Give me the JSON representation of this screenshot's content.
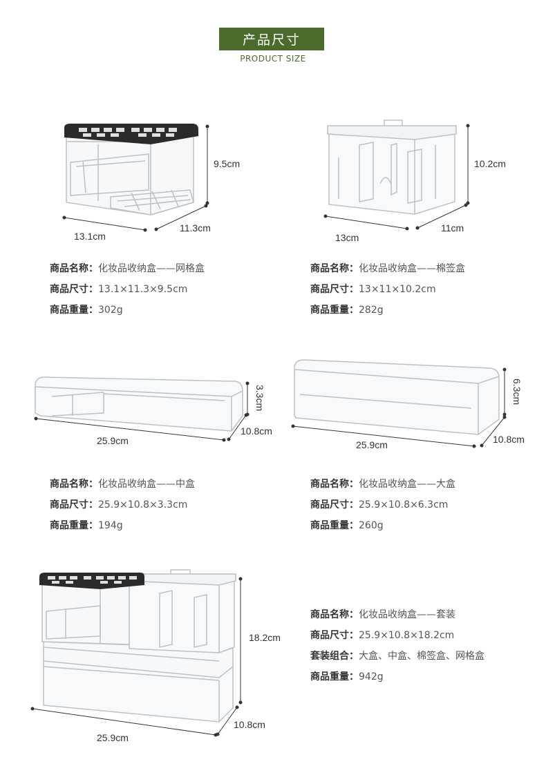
{
  "header": {
    "title": "产品尺寸",
    "subtitle": "PRODUCT SIZE"
  },
  "products": [
    {
      "dims": {
        "width": "13.1cm",
        "depth": "11.3cm",
        "height": "9.5cm"
      },
      "name_label": "商品名称：",
      "name": "化妆品收纳盒——网格盒",
      "size_label": "商品尺寸：",
      "size": "13.1×11.3×9.5cm",
      "weight_label": "商品重量：",
      "weight": "302g"
    },
    {
      "dims": {
        "width": "13cm",
        "depth": "11cm",
        "height": "10.2cm"
      },
      "name_label": "商品名称：",
      "name": "化妆品收纳盒——棉签盒",
      "size_label": "商品尺寸：",
      "size": "13×11×10.2cm",
      "weight_label": "商品重量：",
      "weight": "282g"
    },
    {
      "dims": {
        "width": "25.9cm",
        "depth": "10.8cm",
        "height": "3.3cm"
      },
      "name_label": "商品名称：",
      "name": "化妆品收纳盒——中盒",
      "size_label": "商品尺寸：",
      "size": "25.9×10.8×3.3cm",
      "weight_label": "商品重量：",
      "weight": "194g"
    },
    {
      "dims": {
        "width": "25.9cm",
        "depth": "10.8cm",
        "height": "6.3cm"
      },
      "name_label": "商品名称：",
      "name": "化妆品收纳盒——大盒",
      "size_label": "商品尺寸：",
      "size": "25.9×10.8×6.3cm",
      "weight_label": "商品重量：",
      "weight": "260g"
    },
    {
      "dims": {
        "width": "25.9cm",
        "depth": "10.8cm",
        "height": "18.2cm"
      },
      "name_label": "商品名称：",
      "name": "化妆品收纳盒——套装",
      "size_label": "商品尺寸：",
      "size": "25.9×10.8×18.2cm",
      "combo_label": "套装组合：",
      "combo": "大盒、中盒、棉签盒、网格盒",
      "weight_label": "商品重量：",
      "weight": "942g"
    }
  ],
  "colors": {
    "accent": "#4b6b2a",
    "lid_dark": "#2b2b2b",
    "acrylic_edge": "#b9c2c8"
  }
}
